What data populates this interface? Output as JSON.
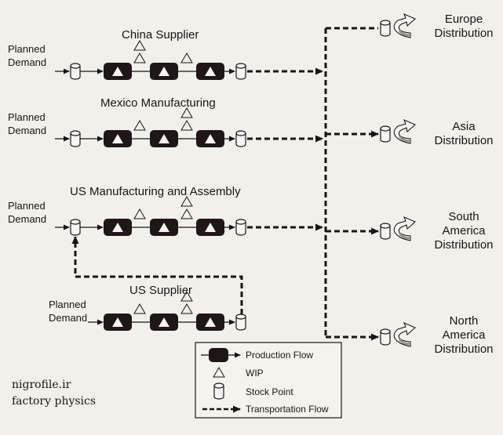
{
  "lines": [
    {
      "title": "China Supplier",
      "demand_label": [
        "Planned",
        "Demand"
      ],
      "wip_counts": [
        2,
        1
      ]
    },
    {
      "title": "Mexico Manufacturing",
      "demand_label": [
        "Planned",
        "Demand"
      ],
      "wip_counts": [
        1,
        2
      ]
    },
    {
      "title": "US Manufacturing and Assembly",
      "demand_label": [
        "Planned",
        "Demand"
      ],
      "wip_counts": [
        1,
        2
      ]
    },
    {
      "title": "US Supplier",
      "demand_label": [
        "Planned",
        "Demand"
      ],
      "wip_counts": [
        1,
        2
      ]
    }
  ],
  "distribution": [
    {
      "label": [
        "Europe",
        "Distribution"
      ]
    },
    {
      "label": [
        "Asia",
        "Distribution"
      ]
    },
    {
      "label": [
        "South",
        "America",
        "Distribution"
      ]
    },
    {
      "label": [
        "North",
        "America",
        "Distribution"
      ]
    }
  ],
  "legend": {
    "production_flow": "Production Flow",
    "wip": "WIP",
    "stock_point": "Stock Point",
    "transportation_flow": "Transportation Flow"
  },
  "watermark": {
    "line1": "nigrofile.ir",
    "line2": "factory physics"
  },
  "colors": {
    "ink": "#1a1414",
    "background": "#f2f0eb"
  }
}
